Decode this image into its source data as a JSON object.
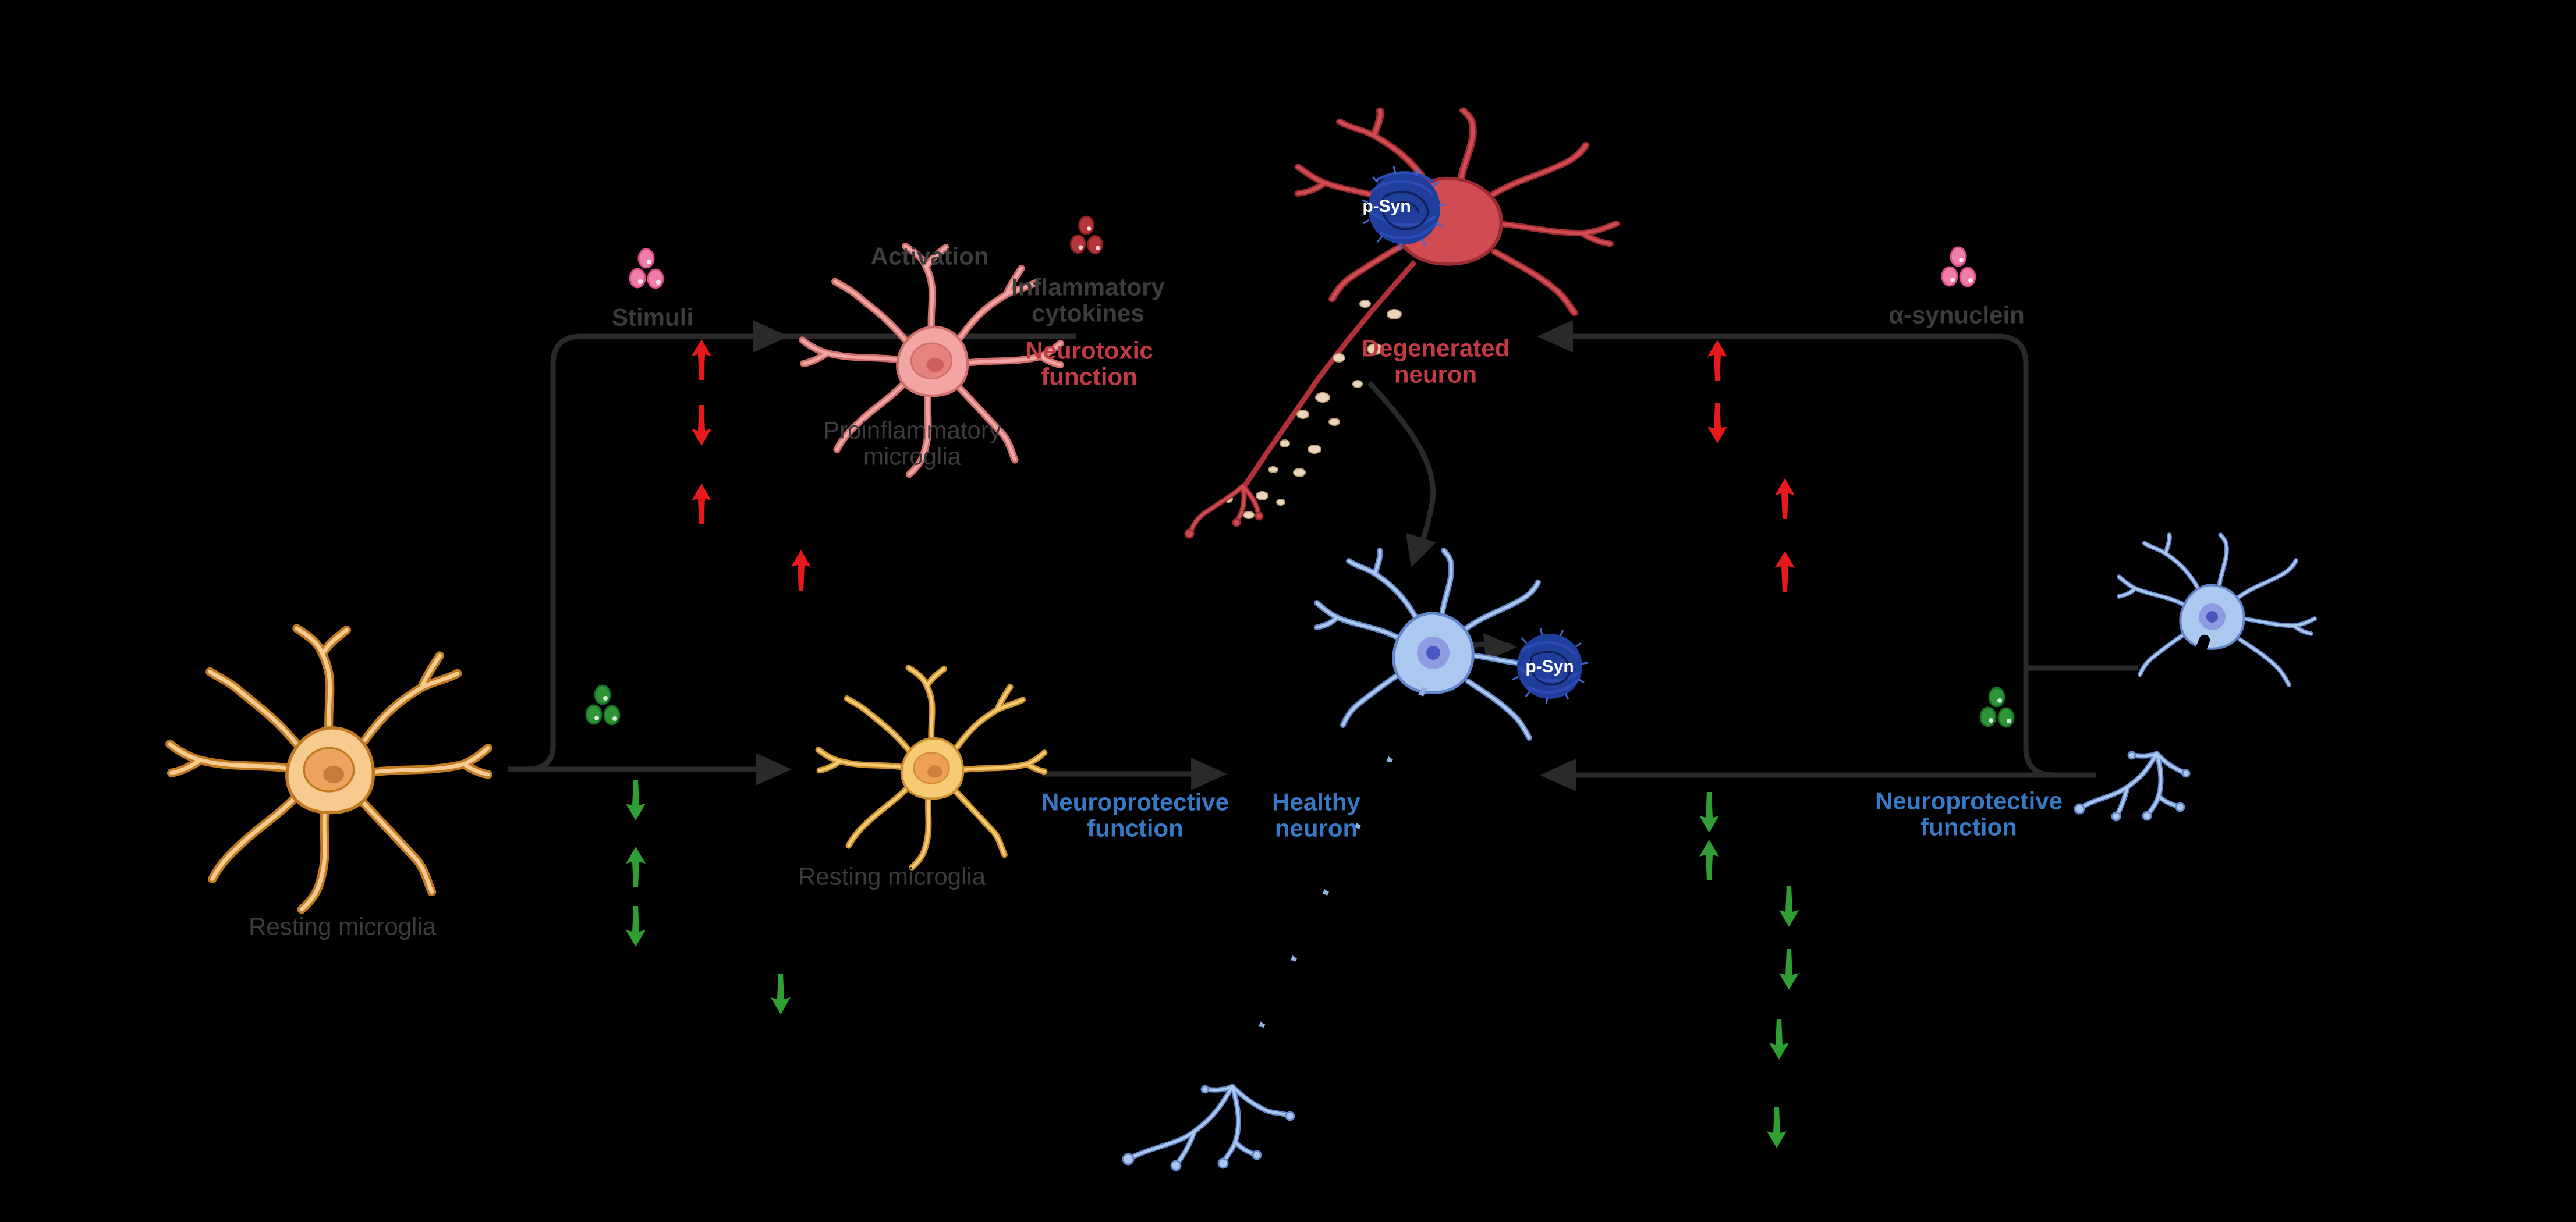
{
  "labels": {
    "stimuli": "Stimuli",
    "activation": "Activation",
    "proinflammatory": "Proinflammatory microglia",
    "inflammatory_cytokines": "Inflammatory cytokines",
    "neurotoxic": "Neurotoxic function",
    "degenerated": "Degenerated neuron",
    "alpha_synuclein": "α-synuclein",
    "resting_left": "Resting microglia",
    "resting_mid": "Resting microglia",
    "neuroprotective_mid": "Neuroprotective function",
    "healthy": "Healthy neuron",
    "neuroprotective_right": "Neuroprotective function",
    "p_syn_top": "p-Syn",
    "p_syn_mid": "p-Syn"
  },
  "colors": {
    "c-bg": "#000000",
    "c-line": "#2a2a2a",
    "c-graytext": "#3c3c3c",
    "c-redtext": "#c23b42",
    "c-bluetext": "#3779c4",
    "c-redarrow": "#e8191c",
    "c-greenarrow": "#2f9e33",
    "c-pinkdot": "#ef7fa9",
    "c-dreddot": "#b5353a",
    "c-greendot": "#2e9537"
  },
  "icons": {
    "cells": [
      "resting-microglia-left",
      "resting-microglia-mid",
      "proinflammatory-microglia",
      "degenerated-neuron",
      "healthy-neuron",
      "healthy-neuron-right"
    ],
    "molecules": [
      "stimuli-dots-pink",
      "inflammatory-cytokine-dots-darkred",
      "protective-factor-dots-green-left",
      "protective-factor-dots-green-right",
      "alpha-synuclein-dots-pink",
      "p-syn-aggregate-top",
      "p-syn-aggregate-mid"
    ]
  },
  "regulation_arrows": {
    "left_red": [
      "up",
      "down",
      "up",
      "up"
    ],
    "right_red": [
      "up",
      "down",
      "up",
      "up"
    ],
    "left_green": [
      "down",
      "up",
      "down",
      "down"
    ],
    "right_green": [
      "down",
      "up",
      "down",
      "down",
      "down",
      "down"
    ]
  }
}
